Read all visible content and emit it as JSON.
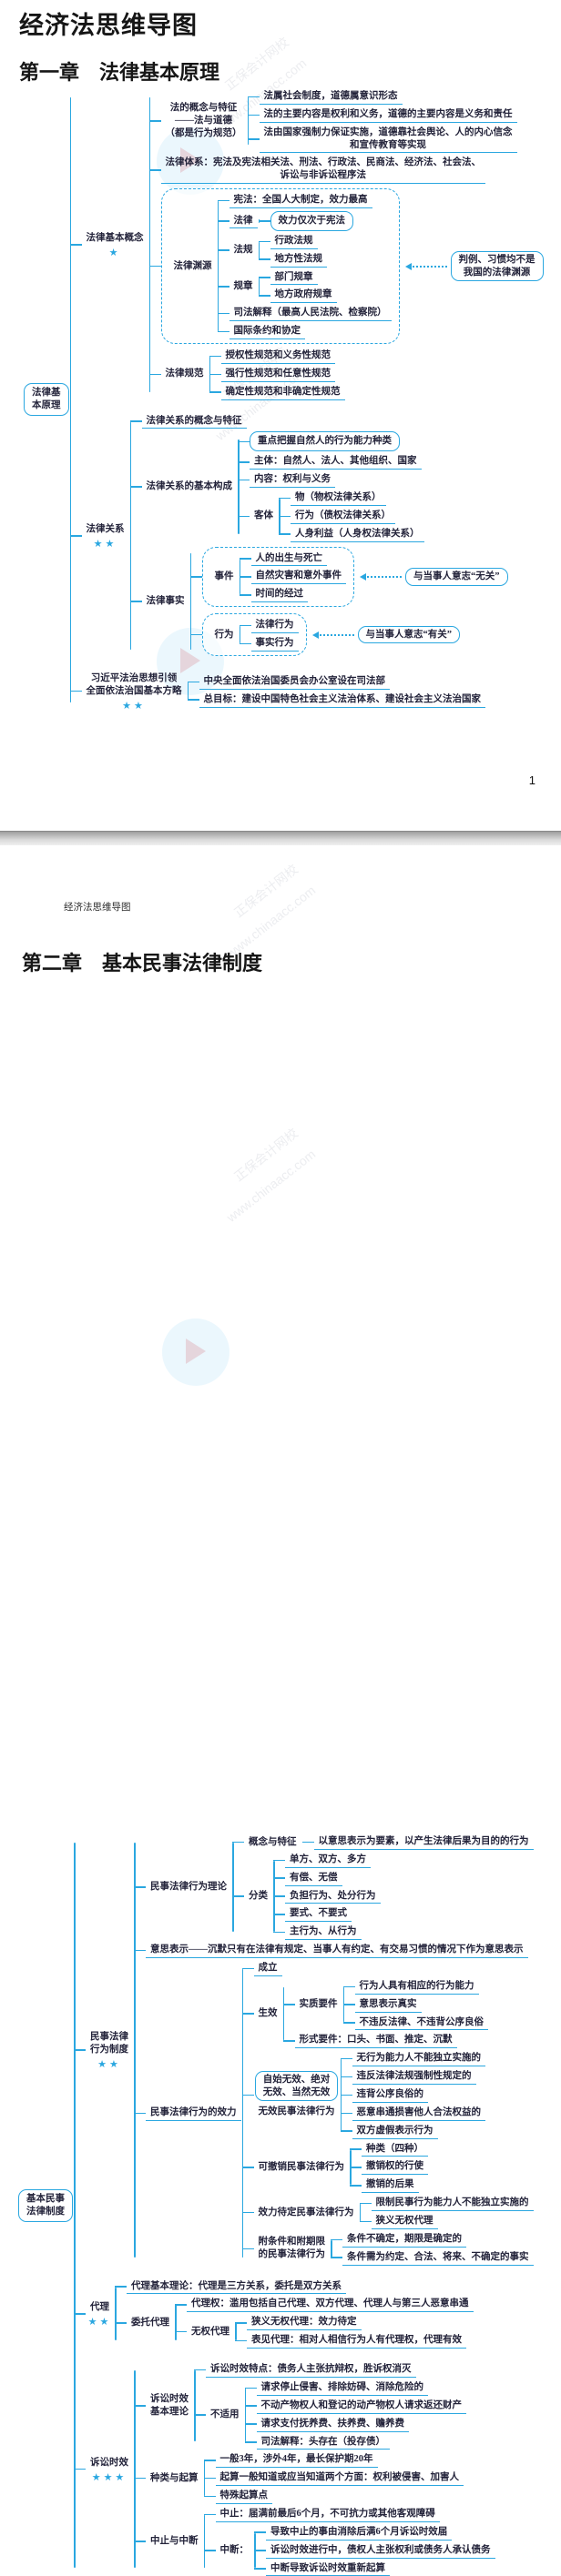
{
  "page1": {
    "title": "经济法思维导图",
    "chapter": "第一章　法律基本原理",
    "page_number": "1",
    "map": {
      "t": "法律基\n本原理",
      "s": "box",
      "c": [
        {
          "t": "法律基本概念",
          "s": "p",
          "stars": 1,
          "c": [
            {
              "t": "法的概念与特征\n——法与道德\n（都是行为规范）",
              "s": "p",
              "c": [
                {
                  "t": "法属社会制度，道德属意识形态",
                  "s": "u"
                },
                {
                  "t": "法的主要内容是权利和义务，道德的主要内容是义务和责任",
                  "s": "u"
                },
                {
                  "t": "法由国家强制力保证实施，道德靠社会舆论、人的内心信念\n和宣传教育等实现",
                  "s": "u"
                }
              ]
            },
            {
              "t": "法律体系：宪法及宪法相关法、刑法、行政法、民商法、经济法、社会法、\n诉讼与非诉讼程序法",
              "s": "u"
            },
            {
              "t": "法律渊源",
              "s": "p",
              "dash": true,
              "note": "判例、习惯均不是\n我国的法律渊源",
              "c": [
                {
                  "t": "宪法：全国人大制定，效力最高",
                  "s": "u"
                },
                {
                  "t": "法律",
                  "s": "u",
                  "c": [
                    {
                      "t": "效力仅次于宪法",
                      "s": "box"
                    }
                  ]
                },
                {
                  "t": "法规",
                  "s": "p",
                  "c": [
                    {
                      "t": "行政法规",
                      "s": "u"
                    },
                    {
                      "t": "地方性法规",
                      "s": "u"
                    }
                  ]
                },
                {
                  "t": "规章",
                  "s": "p",
                  "c": [
                    {
                      "t": "部门规章",
                      "s": "u"
                    },
                    {
                      "t": "地方政府规章",
                      "s": "u"
                    }
                  ]
                },
                {
                  "t": "司法解释（最高人民法院、检察院）",
                  "s": "u"
                },
                {
                  "t": "国际条约和协定",
                  "s": "u"
                }
              ]
            },
            {
              "t": "法律规范",
              "s": "p",
              "c": [
                {
                  "t": "授权性规范和义务性规范",
                  "s": "u"
                },
                {
                  "t": "强行性规范和任意性规范",
                  "s": "u"
                },
                {
                  "t": "确定性规范和非确定性规范",
                  "s": "u"
                }
              ]
            }
          ]
        },
        {
          "t": "法律关系",
          "s": "p",
          "stars": 2,
          "c": [
            {
              "t": "法律关系的概念与特征",
              "s": "u"
            },
            {
              "t": "法律关系的基本构成",
              "s": "p",
              "c": [
                {
                  "t": "重点把握自然人的行为能力种类",
                  "s": "box"
                },
                {
                  "t": "主体：自然人、法人、其他组织、国家",
                  "s": "u"
                },
                {
                  "t": "内容：权利与义务",
                  "s": "u"
                },
                {
                  "t": "客体",
                  "s": "p",
                  "c": [
                    {
                      "t": "物（物权法律关系）",
                      "s": "u"
                    },
                    {
                      "t": "行为（债权法律关系）",
                      "s": "u"
                    },
                    {
                      "t": "人身利益（人身权法律关系）",
                      "s": "u"
                    }
                  ]
                }
              ]
            },
            {
              "t": "法律事实",
              "s": "p",
              "c": [
                {
                  "t": "事件",
                  "s": "p",
                  "dash": true,
                  "note": "与当事人意志“无关”",
                  "c": [
                    {
                      "t": "人的出生与死亡",
                      "s": "u"
                    },
                    {
                      "t": "自然灾害和意外事件",
                      "s": "u"
                    },
                    {
                      "t": "时间的经过",
                      "s": "u"
                    }
                  ]
                },
                {
                  "t": "行为",
                  "s": "p",
                  "dash": true,
                  "note": "与当事人意志“有关”",
                  "c": [
                    {
                      "t": "法律行为",
                      "s": "u"
                    },
                    {
                      "t": "事实行为",
                      "s": "u"
                    }
                  ]
                }
              ]
            }
          ]
        },
        {
          "t": "习近平法治思想引领\n全面依法治国基本方略",
          "s": "p",
          "stars": 2,
          "c": [
            {
              "t": "中央全面依法治国委员会办公室设在司法部",
              "s": "u"
            },
            {
              "t": "总目标：建设中国特色社会主义法治体系、建设社会主义法治国家",
              "s": "u"
            }
          ]
        }
      ]
    }
  },
  "page2": {
    "header": "经济法思维导图",
    "chapter": "第二章　基本民事法律制度",
    "map": {
      "t": "基本民事\n法律制度",
      "s": "box",
      "c": [
        {
          "t": "民事法律\n行为制度",
          "s": "p",
          "stars": 2,
          "c": [
            {
              "t": "民事法律行为理论",
              "s": "p",
              "c": [
                {
                  "t": "概念与特征",
                  "s": "p",
                  "c": [
                    {
                      "t": "以意思表示为要素，以产生法律后果为目的的行为",
                      "s": "u"
                    }
                  ]
                },
                {
                  "t": "分类",
                  "s": "p",
                  "c": [
                    {
                      "t": "单方、双方、多方",
                      "s": "u"
                    },
                    {
                      "t": "有偿、无偿",
                      "s": "u"
                    },
                    {
                      "t": "负担行为、处分行为",
                      "s": "u"
                    },
                    {
                      "t": "要式、不要式",
                      "s": "u"
                    },
                    {
                      "t": "主行为、从行为",
                      "s": "u"
                    }
                  ]
                }
              ]
            },
            {
              "t": "意思表示——沉默只有在法律有规定、当事人有约定、有交易习惯的情况下作为意思表示",
              "s": "u"
            },
            {
              "t": "民事法律行为的效力",
              "s": "u",
              "c": [
                {
                  "t": "成立",
                  "s": "u"
                },
                {
                  "t": "生效",
                  "s": "p",
                  "c": [
                    {
                      "t": "实质要件",
                      "s": "p",
                      "c": [
                        {
                          "t": "行为人具有相应的行为能力",
                          "s": "u"
                        },
                        {
                          "t": "意思表示真实",
                          "s": "u"
                        },
                        {
                          "t": "不违反法律、不违背公序良俗",
                          "s": "u"
                        }
                      ]
                    },
                    {
                      "t": "形式要件：口头、书面、推定、沉默",
                      "s": "u"
                    }
                  ]
                },
                {
                  "t": "无效民事法律行为",
                  "s": "p",
                  "callout": "自始无效、绝对\n无效、当然无效",
                  "c": [
                    {
                      "t": "无行为能力人不能独立实施的",
                      "s": "u"
                    },
                    {
                      "t": "违反法律法规强制性规定的",
                      "s": "u"
                    },
                    {
                      "t": "违背公序良俗的",
                      "s": "u"
                    },
                    {
                      "t": "恶意串通损害他人合法权益的",
                      "s": "u"
                    },
                    {
                      "t": "双方虚假表示行为",
                      "s": "u"
                    }
                  ]
                },
                {
                  "t": "可撤销民事法律行为",
                  "s": "p",
                  "c": [
                    {
                      "t": "种类（四种）",
                      "s": "u"
                    },
                    {
                      "t": "撤销权的行使",
                      "s": "u"
                    },
                    {
                      "t": "撤销的后果",
                      "s": "u"
                    }
                  ]
                },
                {
                  "t": "效力待定民事法律行为",
                  "s": "p",
                  "c": [
                    {
                      "t": "限制民事行为能力人不能独立实施的",
                      "s": "u"
                    },
                    {
                      "t": "狭义无权代理",
                      "s": "u"
                    }
                  ]
                },
                {
                  "t": "附条件和附期限\n的民事法律行为",
                  "s": "p",
                  "c": [
                    {
                      "t": "条件不确定，期限是确定的",
                      "s": "u"
                    },
                    {
                      "t": "条件需为约定、合法、将来、不确定的事实",
                      "s": "u"
                    }
                  ]
                }
              ]
            }
          ]
        },
        {
          "t": "代理",
          "s": "p",
          "stars": 2,
          "c": [
            {
              "t": "代理基本理论：代理是三方关系，委托是双方关系",
              "s": "u"
            },
            {
              "t": "委托代理",
              "s": "p",
              "c": [
                {
                  "t": "代理权：滥用包括自己代理、双方代理、代理人与第三人恶意串通",
                  "s": "u"
                },
                {
                  "t": "无权代理",
                  "s": "p",
                  "c": [
                    {
                      "t": "狭义无权代理：效力待定",
                      "s": "u"
                    },
                    {
                      "t": "表见代理：相对人相信行为人有代理权，代理有效",
                      "s": "u"
                    }
                  ]
                }
              ]
            }
          ]
        },
        {
          "t": "诉讼时效",
          "s": "p",
          "stars": 3,
          "c": [
            {
              "t": "诉讼时效\n基本理论",
              "s": "p",
              "c": [
                {
                  "t": "诉讼时效特点：债务人主张抗辩权，胜诉权消灭",
                  "s": "u"
                },
                {
                  "t": "不适用",
                  "s": "p",
                  "c": [
                    {
                      "t": "请求停止侵害、排除妨碍、消除危险的",
                      "s": "u"
                    },
                    {
                      "t": "不动产物权人和登记的动产物权人请求返还财产",
                      "s": "u"
                    },
                    {
                      "t": "请求支付抚养费、扶养费、赡养费",
                      "s": "u"
                    },
                    {
                      "t": "司法解释：头存在（投存债）",
                      "s": "u"
                    }
                  ]
                }
              ]
            },
            {
              "t": "种类与起算",
              "s": "p",
              "c": [
                {
                  "t": "一般3年，涉外4年，最长保护期20年",
                  "s": "u"
                },
                {
                  "t": "起算一般知道或应当知道两个方面：权利被侵害、加害人",
                  "s": "u"
                },
                {
                  "t": "特殊起算点",
                  "s": "u"
                }
              ]
            },
            {
              "t": "中止与中断",
              "s": "p",
              "c": [
                {
                  "t": "中止：届满前最后6个月，不可抗力或其他客观障碍",
                  "s": "u"
                },
                {
                  "t": "中断：",
                  "s": "p",
                  "c": [
                    {
                      "t": "导致中止的事由消除后满6个月诉讼时效届",
                      "s": "u"
                    },
                    {
                      "t": "诉讼时效进行中，债权人主张权利或债务人承认债务",
                      "s": "u"
                    },
                    {
                      "t": "中断导致诉讼时效重新起算",
                      "s": "u"
                    }
                  ]
                }
              ]
            }
          ]
        }
      ]
    }
  },
  "watermark": {
    "brand": "正保会计网校",
    "site": "www.chinaacc.com"
  }
}
